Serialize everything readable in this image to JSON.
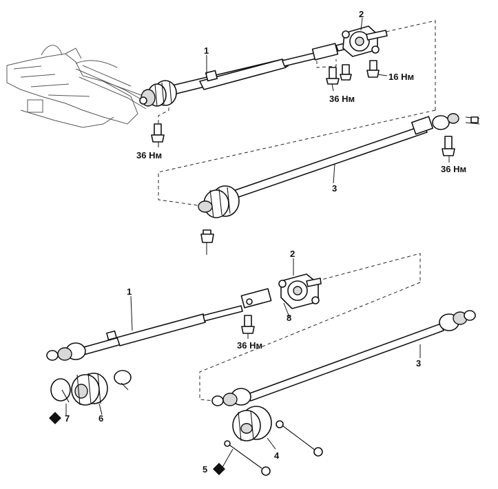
{
  "callouts": {
    "part1_top": "1",
    "part2_top": "2",
    "part3_top": "3",
    "part1_bottom": "1",
    "part2_bottom": "2",
    "part3_bottom": "3",
    "part4": "4",
    "part5": "5",
    "part6": "6",
    "part7": "7",
    "part8": "8"
  },
  "torques": {
    "t16_top": "16 Нм",
    "t36_top_center": "36 Нм",
    "t36_rack": "36 Нм",
    "t36_right": "36 Нм",
    "t36_bottom": "36 Нм"
  },
  "icons": {
    "replace_marker": "diamond-icon"
  },
  "colors": {
    "line": "#111111",
    "background": "#ffffff"
  }
}
